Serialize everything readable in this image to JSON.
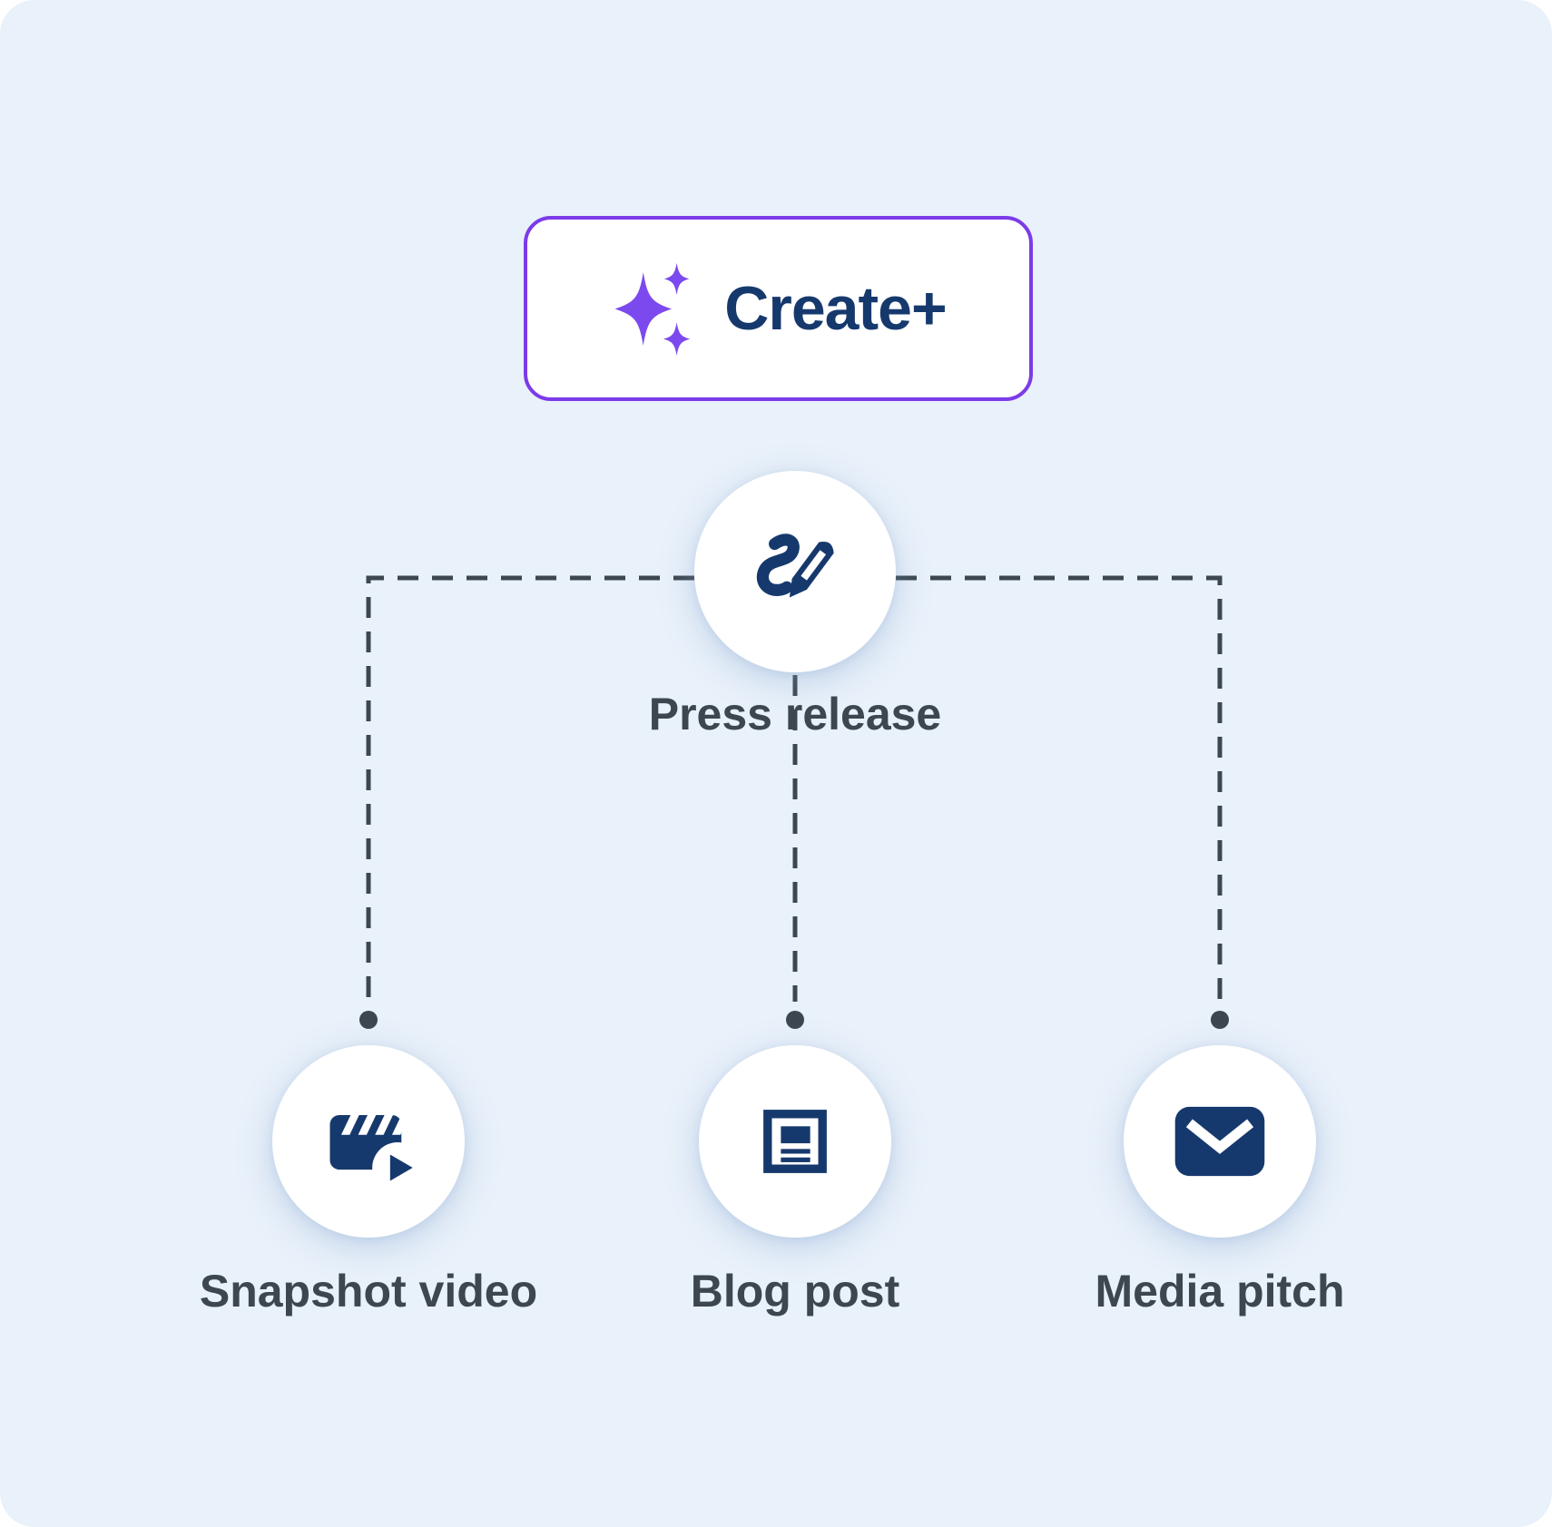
{
  "create_card": {
    "label": "Create+",
    "icon": "sparkles-icon"
  },
  "root_node": {
    "label": "Press release",
    "icon": "pen-scribble-icon"
  },
  "child_nodes": [
    {
      "label": "Snapshot video",
      "icon": "snapshot-video-icon"
    },
    {
      "label": "Blog post",
      "icon": "blog-post-icon"
    },
    {
      "label": "Media pitch",
      "icon": "envelope-icon"
    }
  ],
  "colors": {
    "background": "#E9F1FA",
    "card_border": "#7C3BE8",
    "sparkle": "#7C49EE",
    "navy": "#16396D",
    "label": "#3C4750",
    "connector": "#3C4750",
    "node_bg": "#FFFFFF"
  }
}
